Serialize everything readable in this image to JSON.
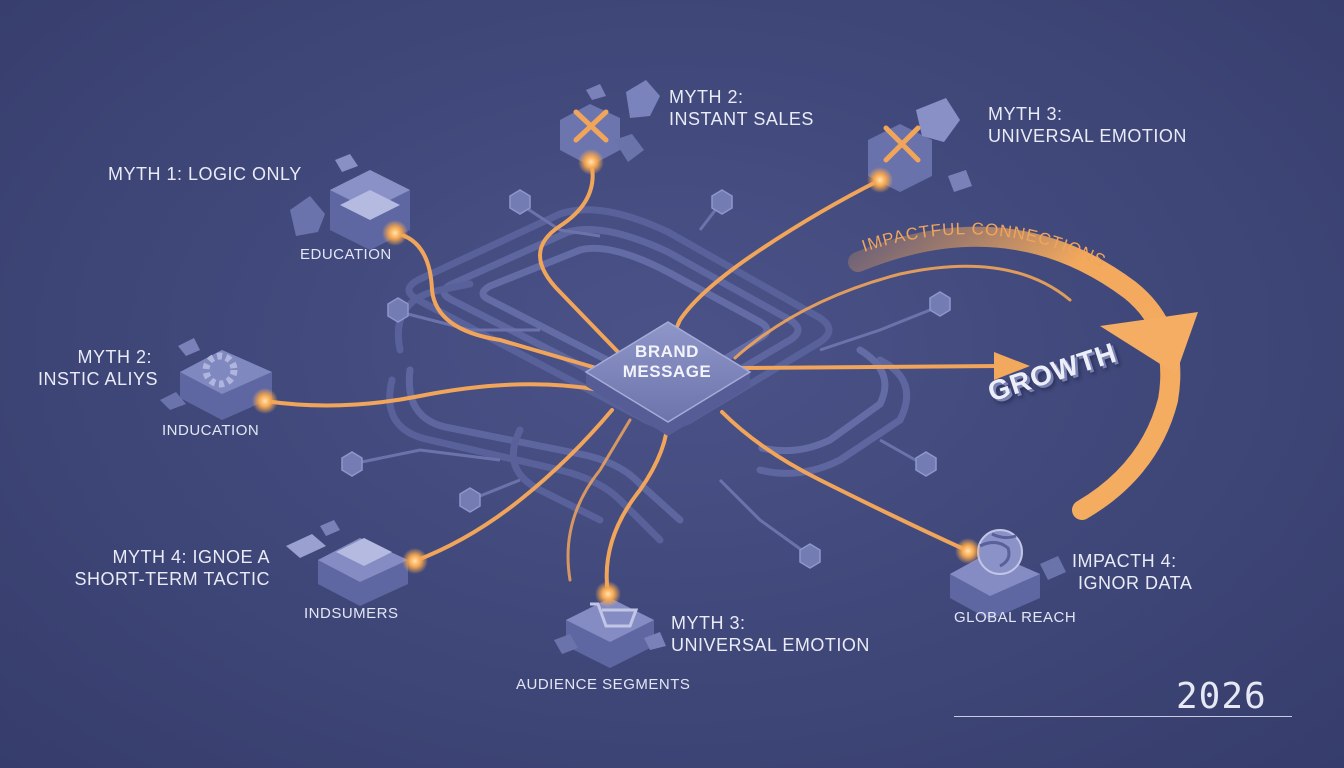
{
  "center": {
    "line1": "BRAND",
    "line2": "MESSAGE"
  },
  "growth": {
    "label": "GROWTH",
    "arc_label": "IMPACTFUL CONNECTIONS"
  },
  "nodes": [
    {
      "title": "MYTH 1: LOGIC ONLY",
      "caption": "EDUCATION"
    },
    {
      "title_line1": "MYTH 2:",
      "title_line2": "INSTANT SALES"
    },
    {
      "title_line1": "MYTH 3:",
      "title_line2": "UNIVERSAL EMOTION"
    },
    {
      "title_line1": "MYTH 2:",
      "title_line2": "INSTIC ALIYS",
      "caption": "INDUCATION"
    },
    {
      "title_line1": "MYTH 4: IGNOE A",
      "title_line2": "SHORT-TERM TACTIC",
      "caption": "INDSUMERS"
    },
    {
      "title_line1": "MYTH 3:",
      "title_line2": "UNIVERSAL EMOTION",
      "caption": "AUDIENCE SEGMENTS"
    },
    {
      "title_line1": "IMPACTH 4:",
      "title_line2": "IGNOR DATA",
      "caption": "GLOBAL REACH"
    }
  ],
  "year": "2026",
  "colors": {
    "background": "#3e4677",
    "accent": "#f0a55a",
    "tile": "#6a72aa",
    "track": "#5a6299"
  }
}
